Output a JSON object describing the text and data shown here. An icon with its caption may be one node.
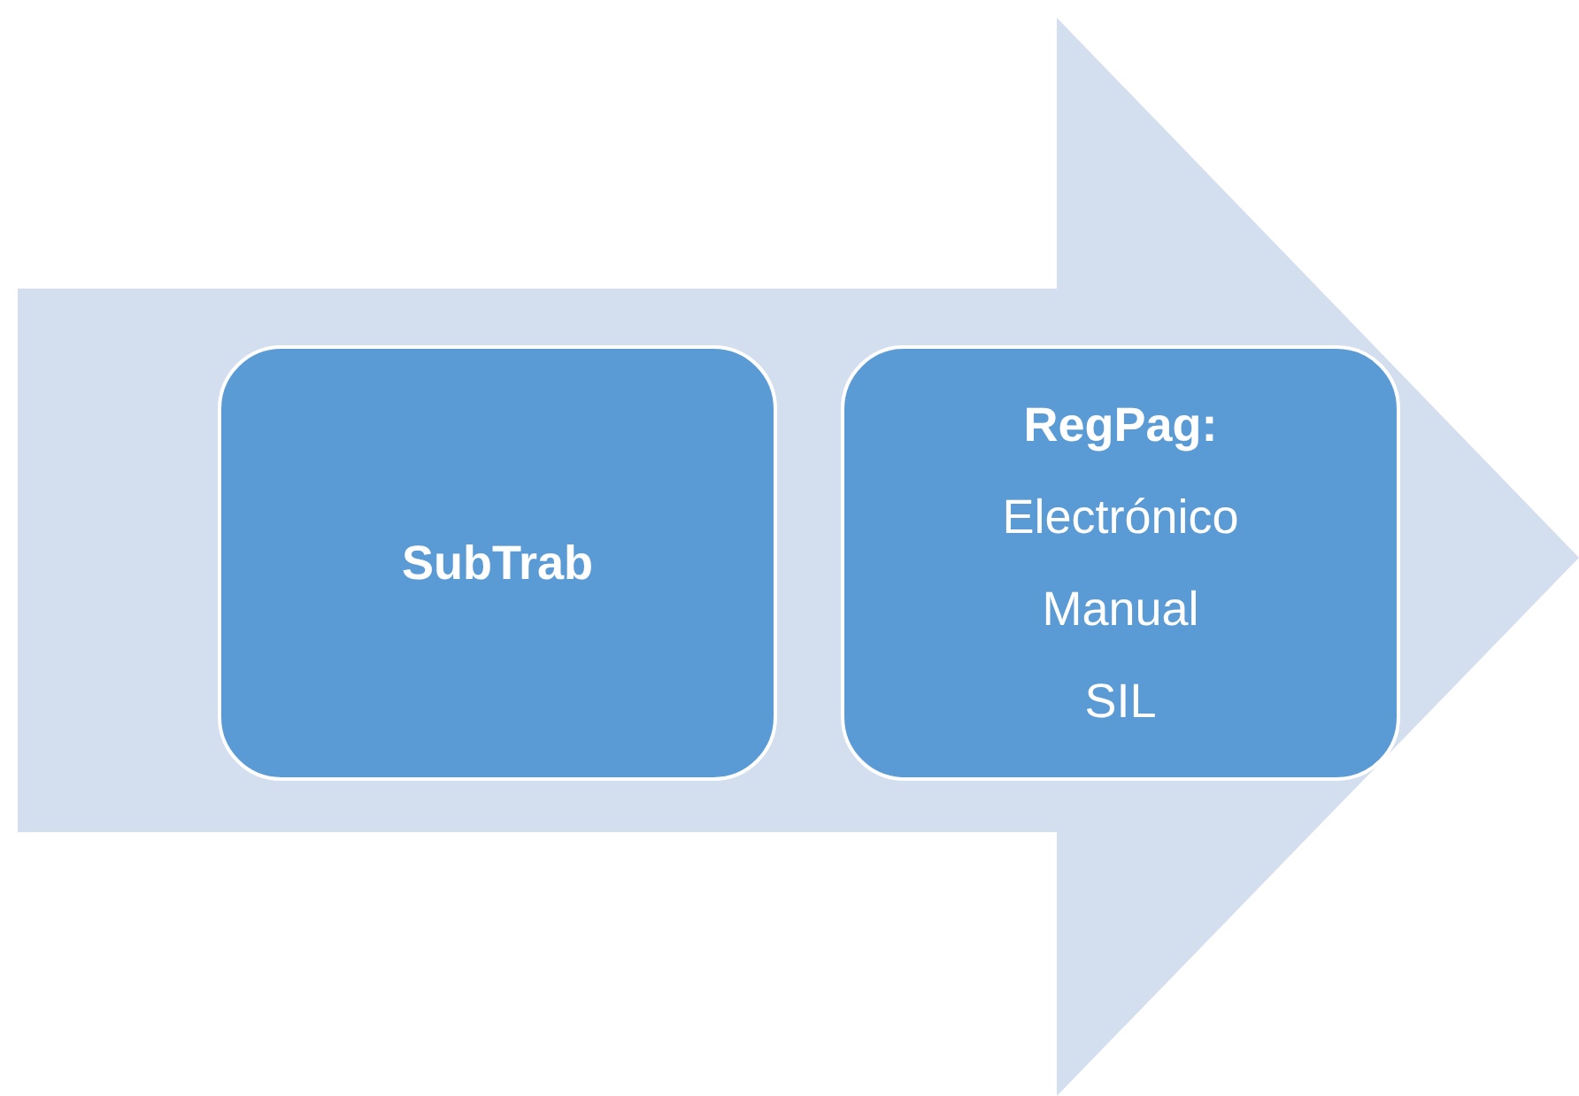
{
  "diagram": {
    "nodes": [
      {
        "text": [
          "SubTrab"
        ]
      },
      {
        "text": [
          "RegPag:",
          "Electrónico",
          "Manual",
          "SIL"
        ]
      }
    ]
  }
}
